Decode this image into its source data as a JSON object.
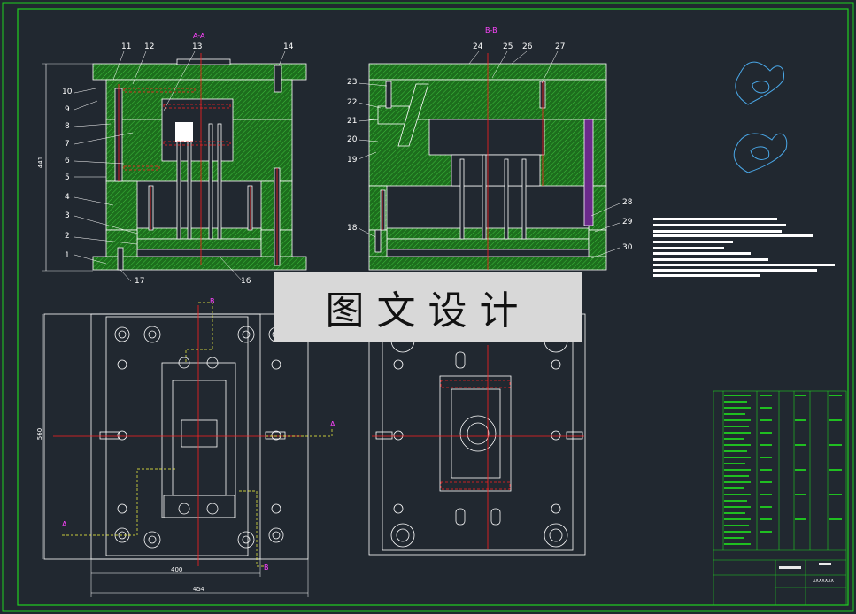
{
  "views": {
    "section_aa": "A-A",
    "section_bb": "B-B"
  },
  "left_labels": [
    "1",
    "2",
    "3",
    "4",
    "5",
    "6",
    "7",
    "8",
    "9",
    "10",
    "11",
    "12",
    "13"
  ],
  "mid_labels": [
    "14",
    "16",
    "17",
    "18",
    "19",
    "20",
    "21",
    "22",
    "23",
    "24",
    "25",
    "26",
    "27",
    "28",
    "29",
    "30"
  ],
  "dimensions": {
    "height": "441",
    "width_plan": "560",
    "width_inner": "400",
    "width_outer": "454"
  },
  "section_marks": {
    "a": "A",
    "b": "B"
  },
  "watermark": "图文设计",
  "title_block": {
    "drawing_no": "XXXXXXX"
  },
  "colors": {
    "background": "#212830",
    "hatch": "#1f7a1f",
    "outline": "#ffffff",
    "center_line": "#ff2020",
    "magenta": "#ff44ff",
    "yellow": "#ffff40",
    "frame": "#20d020"
  }
}
